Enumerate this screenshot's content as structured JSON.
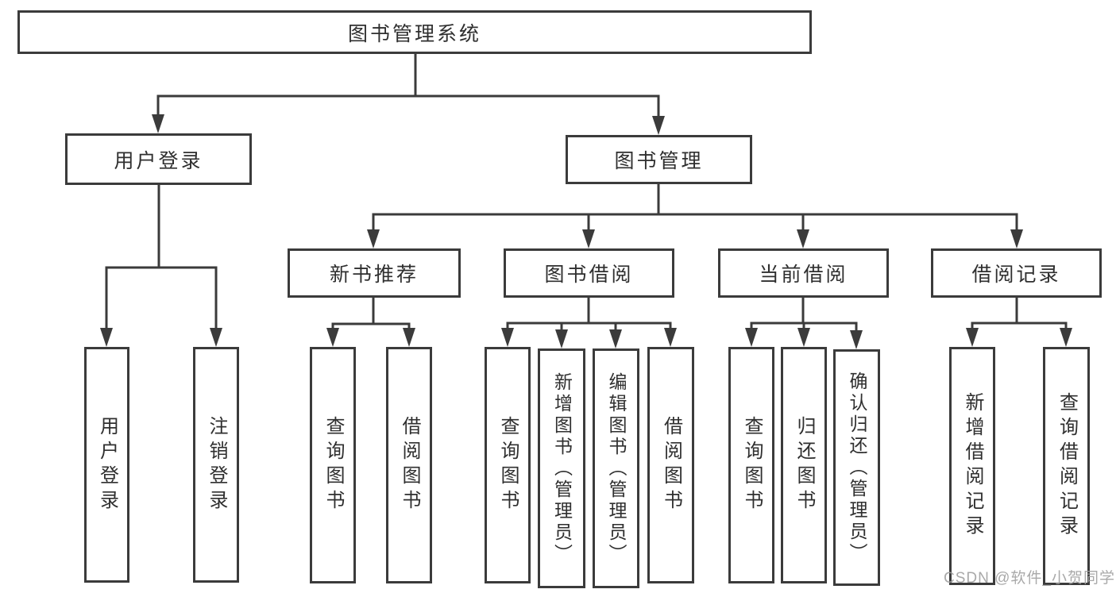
{
  "tree": {
    "label": "图书管理系统",
    "children": [
      {
        "label": "用户登录",
        "children": [
          {
            "label": "用户登录"
          },
          {
            "label": "注销登录"
          }
        ]
      },
      {
        "label": "图书管理",
        "children": [
          {
            "label": "新书推荐",
            "children": [
              {
                "label": "查询图书"
              },
              {
                "label": "借阅图书"
              }
            ]
          },
          {
            "label": "图书借阅",
            "children": [
              {
                "label": "查询图书"
              },
              {
                "label": "新增图书（管理员）"
              },
              {
                "label": "编辑图书（管理员）"
              },
              {
                "label": "借阅图书"
              }
            ]
          },
          {
            "label": "当前借阅",
            "children": [
              {
                "label": "查询图书"
              },
              {
                "label": "归还图书"
              },
              {
                "label": "确认归还（管理员）"
              }
            ]
          },
          {
            "label": "借阅记录",
            "children": [
              {
                "label": "新增借阅记录"
              },
              {
                "label": "查询借阅记录"
              }
            ]
          }
        ]
      }
    ]
  },
  "watermark": {
    "text": "CSDN @软件_小贺同学"
  },
  "colors": {
    "line": "#3b3b3b",
    "box_border": "#3b3b3b",
    "text": "#2f2f2f",
    "watermark": "#a0a0a0",
    "background": "#ffffff"
  }
}
